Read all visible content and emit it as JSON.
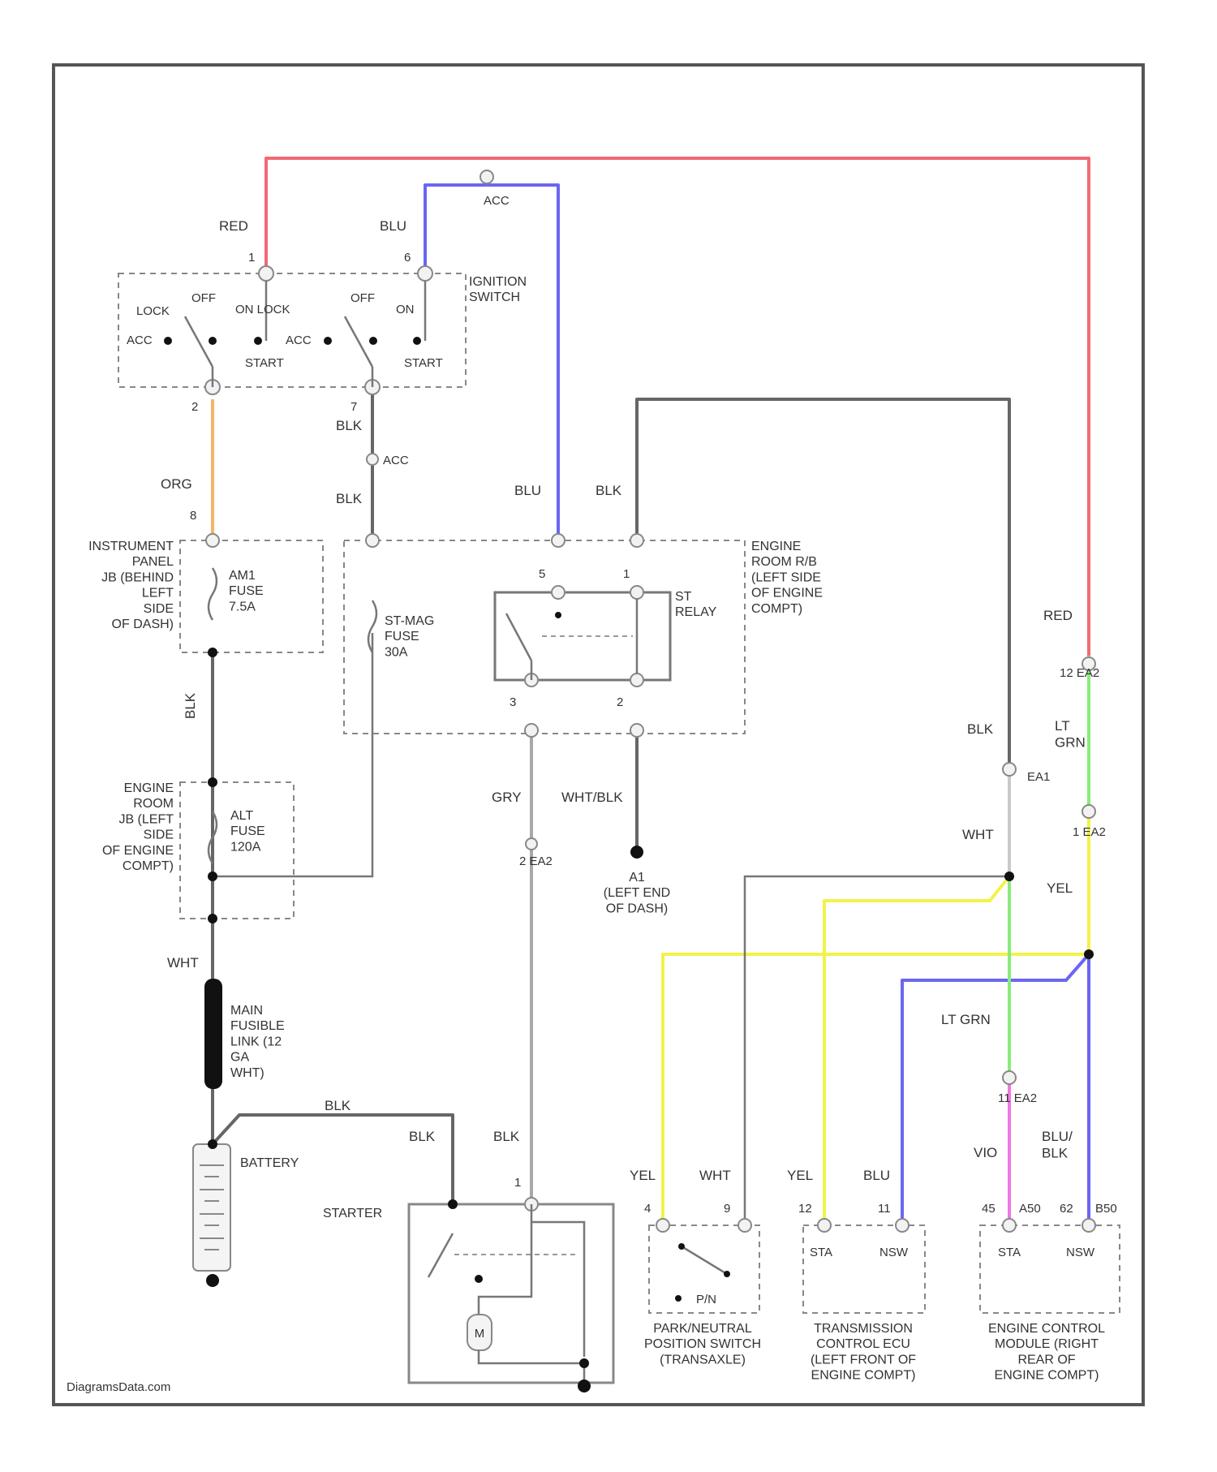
{
  "colors": {
    "red": "#f26a73",
    "blu": "#6b66f2",
    "org": "#f5b46a",
    "blk": "#666666",
    "gry": "#a8a8a8",
    "wht": "#c9c9c9",
    "yel": "#f2f24a",
    "lt_grn": "#88ec78",
    "vio": "#ef77e4"
  },
  "ignition_switch": {
    "name": "IGNITION\nSWITCH",
    "positions": [
      "LOCK",
      "OFF",
      "ON LOCK",
      "ACC",
      "START",
      "OFF",
      "ON",
      "ACC",
      "START"
    ],
    "pins": [
      "1",
      "6",
      "2",
      "7"
    ]
  },
  "wires": {
    "red_top": "RED",
    "blu_top": "BLU",
    "acc_top": "ACC",
    "org": "ORG",
    "blk_left1": "BLK",
    "acc_mid": "ACC",
    "blk_left2": "BLK",
    "blu_mid": "BLU",
    "blk_mid": "BLK",
    "blk_vert": "BLK",
    "red_right": "RED",
    "blk_right": "BLK",
    "lt_grn_right": "LT\nGRN",
    "wht_right": "WHT",
    "yel_right": "YEL",
    "gry": "GRY",
    "wht_blk": "WHT/BLK",
    "wht_left": "WHT",
    "blk_bat": "BLK",
    "blk_starter_left": "BLK",
    "blk_starter_mid": "BLK",
    "lt_grn_low": "LT GRN",
    "vio": "VIO",
    "blu_blk": "BLU/\nBLK",
    "yel_pns": "YEL",
    "wht_pns": "WHT",
    "yel_tcm": "YEL",
    "blu_tcm": "BLU"
  },
  "connectors": {
    "ea2_1": "12 EA2",
    "ea1": "EA1",
    "ea2_2": "2 EA2",
    "ea2_3": "1 EA2",
    "ea2_4": "11 EA2",
    "pin_8": "8",
    "pin_5": "5",
    "pin_1": "1",
    "pin_3": "3",
    "pin_2": "2",
    "pin_starter": "1",
    "pns_4": "4",
    "pns_9": "9",
    "tcm_12": "12",
    "tcm_11": "11",
    "ecm_45": "45",
    "ecm_a50": "A50",
    "ecm_62": "62",
    "ecm_b50": "B50"
  },
  "components": {
    "instrument_panel_jb": "INSTRUMENT\nPANEL\nJB (BEHIND\nLEFT\nSIDE\nOF DASH)",
    "am1_fuse": "AM1\nFUSE\n7.5A",
    "st_mag_fuse": "ST-MAG\nFUSE\n30A",
    "st_relay": "ST\nRELAY",
    "engine_room_rb": "ENGINE\nROOM R/B\n(LEFT SIDE\nOF ENGINE\nCOMPT)",
    "engine_room_jb": "ENGINE\nROOM\nJB (LEFT\nSIDE\nOF ENGINE\nCOMPT)",
    "alt_fuse": "ALT\nFUSE\n120A",
    "ground_a1": "A1\n(LEFT END\nOF DASH)",
    "main_fusible_link": "MAIN\nFUSIBLE\nLINK (12\nGA\nWHT)",
    "battery": "BATTERY",
    "starter": "STARTER",
    "motor": "M",
    "pns_switch": "PARK/NEUTRAL\nPOSITION SWITCH\n(TRANSAXLE)",
    "pns_label": "P/N",
    "tcm": "TRANSMISSION\nCONTROL ECU\n(LEFT FRONT OF\nENGINE COMPT)",
    "tcm_sta": "STA",
    "tcm_nsw": "NSW",
    "ecm": "ENGINE CONTROL\nMODULE (RIGHT\nREAR OF\nENGINE COMPT)",
    "ecm_sta": "STA",
    "ecm_nsw": "NSW"
  },
  "watermark": "DiagramsData.com"
}
